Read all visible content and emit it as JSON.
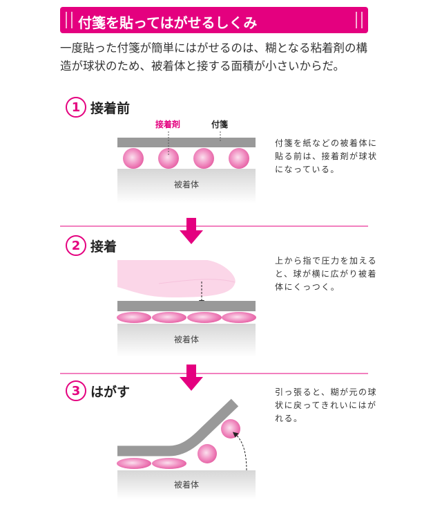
{
  "title": "付箋を貼ってはがせるしくみ",
  "intro": "一度貼った付箋が簡単にはがせるのは、糊となる粘着剤の構造が球状のため、被着体と接する面積が小さいからだ。",
  "steps": [
    {
      "num": "1",
      "heading": "接着前",
      "desc": "付箋を紙などの被着体に貼る前は、接着剤が球状になっている。"
    },
    {
      "num": "2",
      "heading": "接着",
      "desc": "上から指で圧力を加えると、球が横に広がり被着体にくっつく。"
    },
    {
      "num": "3",
      "heading": "はがす",
      "desc": "引っ張ると、糊が元の球状に戻ってきれいにはがれる。"
    }
  ],
  "labels": {
    "adhesive": "接着剤",
    "sticky_note": "付箋",
    "substrate": "被着体"
  },
  "colors": {
    "accent": "#e4007f",
    "plate": "#999999"
  }
}
